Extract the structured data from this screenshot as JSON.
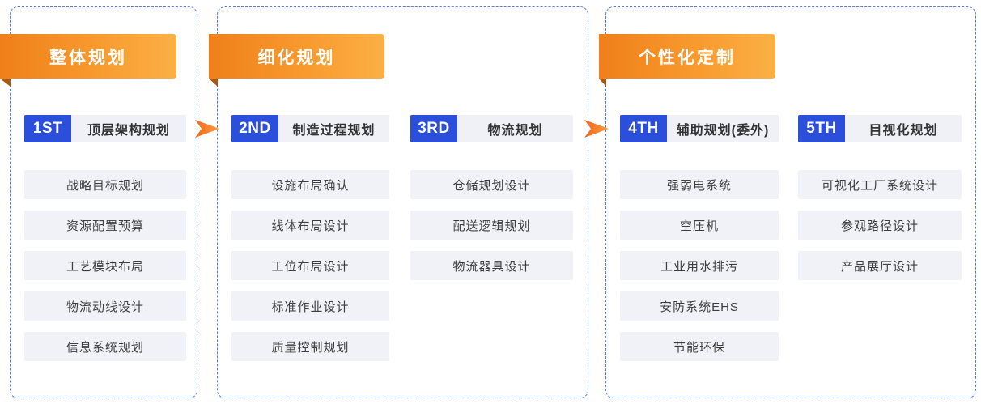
{
  "sections": [
    {
      "ribbon": "整体规划",
      "columns": [
        {
          "badge": "1ST",
          "title": "顶层架构规划",
          "items": [
            "战略目标规划",
            "资源配置预算",
            "工艺模块布局",
            "物流动线设计",
            "信息系统规划"
          ]
        }
      ]
    },
    {
      "ribbon": "细化规划",
      "columns": [
        {
          "badge": "2ND",
          "title": "制造过程规划",
          "items": [
            "设施布局确认",
            "线体布局设计",
            "工位布局设计",
            "标准作业设计",
            "质量控制规划"
          ]
        },
        {
          "badge": "3RD",
          "title": "物流规划",
          "items": [
            "仓储规划设计",
            "配送逻辑规划",
            "物流器具设计"
          ]
        }
      ]
    },
    {
      "ribbon": "个性化定制",
      "columns": [
        {
          "badge": "4TH",
          "title": "辅助规划(委外)",
          "items": [
            "强弱电系统",
            "空压机",
            "工业用水排污",
            "安防系统EHS",
            "节能环保"
          ]
        },
        {
          "badge": "5TH",
          "title": "目视化规划",
          "items": [
            "可视化工厂系统设计",
            "参观路径设计",
            "产品展厅设计"
          ]
        }
      ]
    }
  ],
  "colors": {
    "ribbon_gradient_start": "#ef7f1a",
    "ribbon_gradient_end": "#fbb044",
    "ribbon_fold": "#a8590f",
    "badge_blue": "#2b4fdb",
    "dashed_border_blue": "#4f7df2",
    "item_background": "#f1f2f8",
    "arrow_orange_start": "#f2671c",
    "arrow_orange_end": "#fa9e3d"
  }
}
